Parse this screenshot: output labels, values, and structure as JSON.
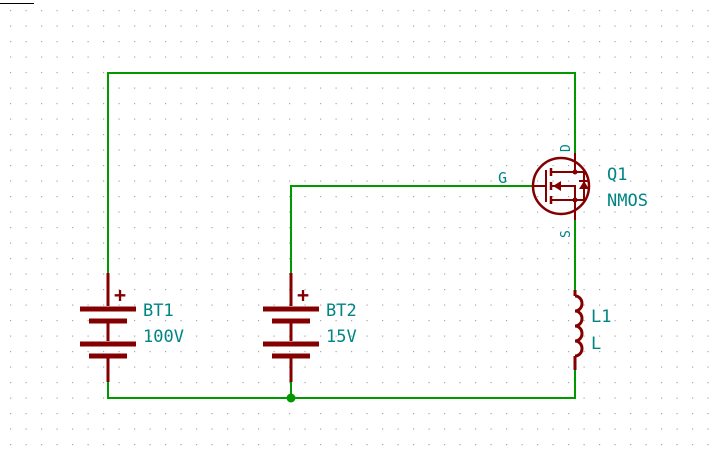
{
  "colors": {
    "background": "#ffffff",
    "grid_dot": "#a8a8a8",
    "wire": "#009900",
    "symbol": "#840000",
    "text": "#008484",
    "junction": "#009900"
  },
  "components": {
    "bt1": {
      "ref": "BT1",
      "value": "100V",
      "plus": "+"
    },
    "bt2": {
      "ref": "BT2",
      "value": "15V",
      "plus": "+"
    },
    "q1": {
      "ref": "Q1",
      "value": "NMOS",
      "pin_g": "G",
      "pin_d": "D",
      "pin_s": "S"
    },
    "l1": {
      "ref": "L1",
      "value": "L"
    }
  }
}
